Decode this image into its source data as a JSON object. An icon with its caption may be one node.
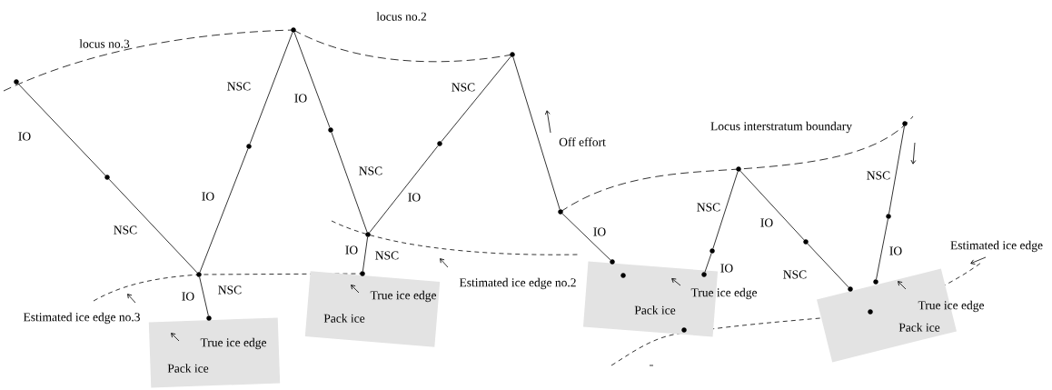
{
  "diagram": {
    "nodes": [
      {
        "text": [
          "True ice edge",
          "Pack ice"
        ]
      },
      {
        "text": [
          "True ice edge",
          "Pack ice"
        ]
      },
      {
        "text": [
          "True ice edge",
          "Pack ice"
        ]
      },
      {
        "text": [
          "True ice edge",
          "Pack ice"
        ]
      },
      {
        "text": [],
        "shape": "circle"
      },
      {
        "text": [],
        "shape": "circle"
      },
      {
        "text": [],
        "shape": "circle"
      },
      {
        "text": [],
        "shape": "circle"
      },
      {
        "text": [],
        "shape": "circle"
      },
      {
        "text": [],
        "shape": "circle"
      },
      {
        "text": [],
        "shape": "circle"
      },
      {
        "text": [],
        "shape": "circle"
      },
      {
        "text": [],
        "shape": "circle"
      },
      {
        "text": [],
        "shape": "circle"
      },
      {
        "text": [],
        "shape": "circle"
      },
      {
        "text": [],
        "shape": "circle"
      },
      {
        "text": [],
        "shape": "circle"
      },
      {
        "text": [],
        "shape": "circle",
        "in": 2
      },
      {
        "text": [],
        "shape": "circle",
        "in": 2
      },
      {
        "text": [],
        "shape": "circle"
      },
      {
        "text": [],
        "shape": "circle"
      },
      {
        "text": [],
        "shape": "circle"
      },
      {
        "text": [],
        "shape": "circle"
      },
      {
        "text": [],
        "shape": "circle"
      },
      {
        "text": [],
        "shape": "circle"
      },
      {
        "text": [],
        "shape": "circle"
      },
      {
        "text": [],
        "shape": "circle",
        "in": 3
      },
      {
        "text": [],
        "shape": "circle",
        "in": 2
      }
    ],
    "edges": [
      {
        "from": 4,
        "to": 5,
        "arrow": "none",
        "label": "IO"
      },
      {
        "from": 5,
        "to": 6,
        "arrow": "none",
        "label": "NSC"
      },
      {
        "from": 6,
        "to": 7,
        "arrow": "none",
        "label": "IO"
      },
      {
        "from": 6,
        "to": 8,
        "arrow": "none",
        "label": "IO"
      },
      {
        "from": 8,
        "to": 9,
        "arrow": "none",
        "label": "NSC"
      },
      {
        "from": 9,
        "to": 10,
        "arrow": "none",
        "label": "IO"
      },
      {
        "from": 10,
        "to": 11,
        "arrow": "none",
        "label": "NSC"
      },
      {
        "from": 11,
        "to": 12,
        "arrow": "none",
        "label": "IO"
      },
      {
        "from": 11,
        "to": 13,
        "arrow": "none",
        "label": "IO"
      },
      {
        "from": 13,
        "to": 14,
        "arrow": "none",
        "label": "NSC"
      },
      {
        "from": 14,
        "to": 15,
        "arrow": "none"
      },
      {
        "from": 15,
        "to": 16,
        "arrow": "none",
        "label": "IO"
      },
      {
        "from": 18,
        "to": 19,
        "arrow": "none",
        "label": "IO"
      },
      {
        "from": 19,
        "to": 20,
        "arrow": "none",
        "label": "NSC"
      },
      {
        "from": 20,
        "to": 21,
        "arrow": "none",
        "label": "IO"
      },
      {
        "from": 21,
        "to": 22,
        "arrow": "none",
        "label": "NSC"
      },
      {
        "from": 23,
        "to": 24,
        "arrow": "none",
        "label": "IO"
      },
      {
        "from": 24,
        "to": 25,
        "arrow": "none",
        "label": "NSC"
      }
    ],
    "labels": [
      "locus no.2",
      "locus no.3",
      "Locus interstratum boundary",
      "Off effort",
      "Estimated ice edge",
      "NSC",
      "Estimated ice edge no.2",
      "NSC",
      "Estimated ice edge no.3"
    ]
  }
}
